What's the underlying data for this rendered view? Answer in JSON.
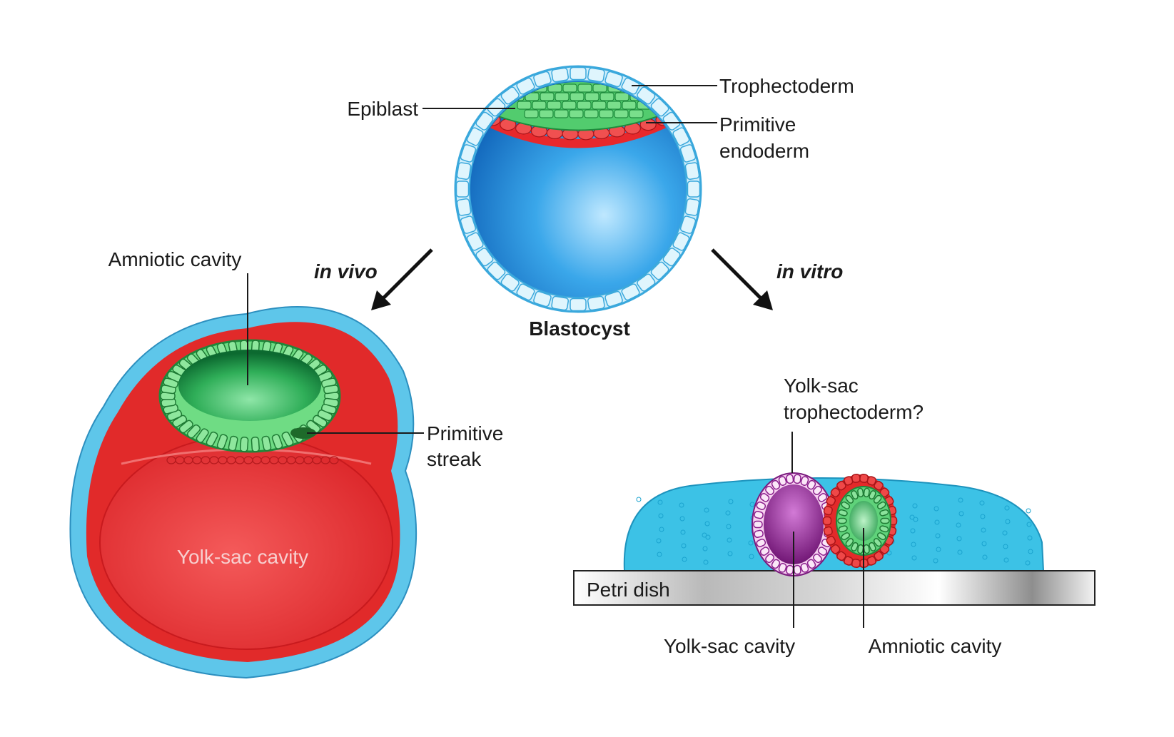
{
  "blastocyst": {
    "caption": "Blastocyst",
    "labels": {
      "epiblast": "Epiblast",
      "trophectoderm": "Trophectoderm",
      "primitive_endoderm_line1": "Primitive",
      "primitive_endoderm_line2": "endoderm"
    }
  },
  "arrows": {
    "left_label": "in vivo",
    "right_label": "in vitro"
  },
  "in_vivo": {
    "amniotic_cavity": "Amniotic cavity",
    "primitive_streak_line1": "Primitive",
    "primitive_streak_line2": "streak",
    "yolk_sac_cavity": "Yolk-sac cavity"
  },
  "in_vitro": {
    "yolk_sac_troph_line1": "Yolk-sac",
    "yolk_sac_troph_line2": "trophectoderm?",
    "petri_dish": "Petri dish",
    "yolk_sac_cavity": "Yolk-sac cavity",
    "amniotic_cavity": "Amniotic cavity"
  },
  "colors": {
    "trophectoderm_blue": "#5ec6ea",
    "cavity_blue": "#1f8fd6",
    "epiblast_green": "#4cc86a",
    "endoderm_red": "#e8282c",
    "yolk_purple": "#8a1e8c",
    "dish_gray": "#b5b5b5"
  }
}
